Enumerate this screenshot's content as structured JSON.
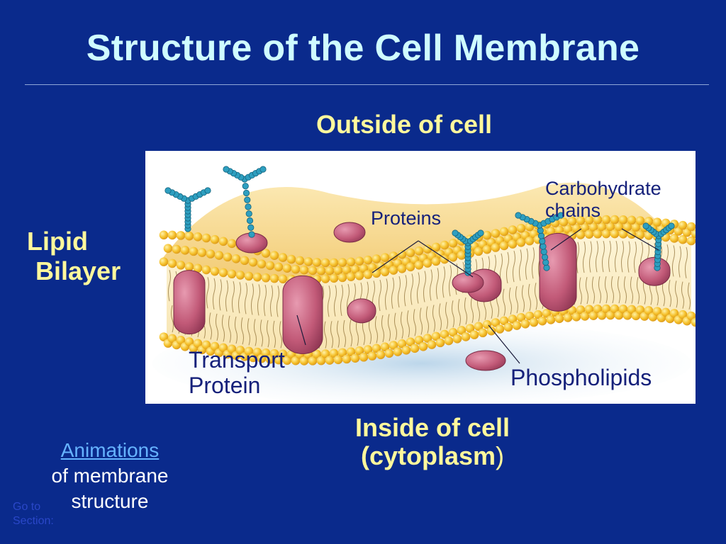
{
  "slide": {
    "title": "Structure of the Cell Membrane",
    "outside_label": "Outside of cell",
    "inside_label_line1": "Inside of cell",
    "inside_label_word": "(cytoplasm",
    "inside_label_close": ")",
    "lipid_line1": "Lipid",
    "lipid_line2": "Bilayer"
  },
  "diagram": {
    "labels": {
      "proteins": "Proteins",
      "carbohydrate_line1": "Carbohydrate",
      "carbohydrate_line2": "chains",
      "transport_line1": "Transport",
      "transport_line2": "Protein",
      "phospholipids": "Phospholipids"
    },
    "colors": {
      "head": "#f5c02a",
      "protein": "#c25a78",
      "carbohydrate": "#2e9fc0",
      "surface": "#f6d27a"
    }
  },
  "footer": {
    "link_text": "Animations",
    "line2": "of membrane",
    "line3": "structure",
    "goto_line1": "Go to",
    "goto_line2": "Section:"
  },
  "theme": {
    "background": "#0a2a8c",
    "title_color": "#cffcff",
    "accent_yellow": "#fff89c"
  }
}
